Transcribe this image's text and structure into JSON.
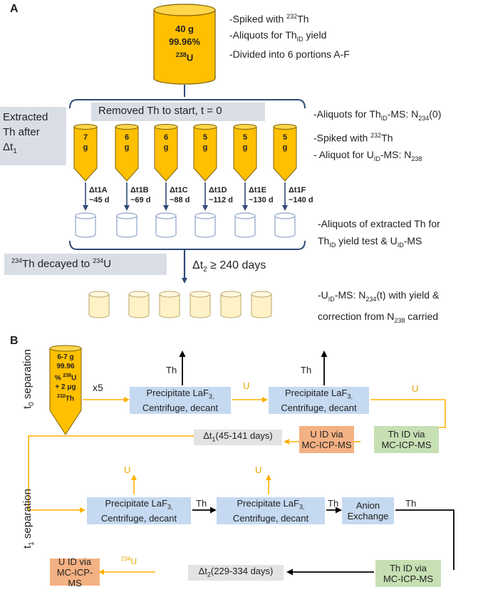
{
  "panel_a": {
    "label": "A",
    "stock": {
      "mass": "40 g",
      "purity": "99.96%",
      "isotope_sup": "238",
      "isotope": "U"
    },
    "stock_notes": {
      "n1_pre": "-Spiked with ",
      "n1_sup": "232",
      "n1_post": "Th",
      "n2_pre": "-Aliquots for Th",
      "n2_sub": "ID",
      "n2_post": " yield",
      "n3": "-Divided into 6 portions A-F"
    },
    "left_note": {
      "l1": "Extracted",
      "l2": "Th after",
      "l3_pre": "Δt",
      "l3_sub": "1"
    },
    "removed_label": "Removed Th to start, t = 0",
    "right_notes": {
      "n1_pre": "-Aliquots for Th",
      "n1_sub": "ID",
      "n1_mid": "-MS: N",
      "n1_sub2": "234",
      "n1_post": "(0)",
      "n2_pre": "-Spiked with ",
      "n2_sup": "232",
      "n2_post": "Th",
      "n3_pre": "- Aliquot for U",
      "n3_sub": "ID",
      "n3_mid": "-MS: N",
      "n3_sub2": "238"
    },
    "portions": [
      {
        "mass": "7",
        "unit": "g",
        "label": "Δt1A",
        "days": "~45 d"
      },
      {
        "mass": "6",
        "unit": "g",
        "label": "Δt1B",
        "days": "~69 d"
      },
      {
        "mass": "6",
        "unit": "g",
        "label": "Δt1C",
        "days": "~88 d"
      },
      {
        "mass": "5",
        "unit": "g",
        "label": "Δt1D",
        "days": "~112 d"
      },
      {
        "mass": "5",
        "unit": "g",
        "label": "Δt1E",
        "days": "~130 d"
      },
      {
        "mass": "5",
        "unit": "g",
        "label": "Δt1F",
        "days": "~140 d"
      }
    ],
    "aliquot_note": {
      "l1": "-Aliquots of extracted Th for",
      "l2_pre": "Th",
      "l2_sub": "ID",
      "l2_post": " yield test & U",
      "l2_sub2": "ID",
      "l2_end": "-MS"
    },
    "decay_label": {
      "sup1": "234",
      "mid": "Th decayed to ",
      "sup2": "234",
      "post": "U"
    },
    "dt2_label": {
      "pre": "Δt",
      "sub": "2",
      "post": " ≥ 240 days"
    },
    "final_note": {
      "l1_pre": "-U",
      "l1_sub": "ID",
      "l1_mid": "-MS: N",
      "l1_sub2": "234",
      "l1_post": "(t) with yield &",
      "l2_pre": "correction from N",
      "l2_sub": "238",
      "l2_post": " carried"
    }
  },
  "panel_b": {
    "label": "B",
    "t0_label": {
      "pre": "t",
      "sub": "0",
      "post": " separation"
    },
    "t1_label": {
      "pre": "t",
      "sub": "1",
      "post": " separation"
    },
    "tube": {
      "l1": "6-7 g",
      "l2": "99.96",
      "l3_pre": "% ",
      "l3_sup": "238",
      "l3_post": "U",
      "l4": "+ 2 μg",
      "l5_sup": "232",
      "l5_post": "Th"
    },
    "x5": "x5",
    "precip": {
      "l1_pre": "Precipitate LaF",
      "l1_sub": "3,",
      "l2": "Centrifuge, decant"
    },
    "th": "Th",
    "u": "U",
    "u234": {
      "sup": "234",
      "post": "U"
    },
    "dt1_box": {
      "pre": "Δt",
      "sub": "1",
      "post": "(45-141 days)"
    },
    "dt2_box": {
      "pre": "Δt",
      "sub": "2",
      "post": "(229-334 days)"
    },
    "u_id": {
      "l1": "U ID via",
      "l2": "MC-ICP-MS"
    },
    "th_id": {
      "l1": "Th ID via",
      "l2": "MC-ICP-MS"
    },
    "anion": {
      "l1": "Anion",
      "l2": "Exchange"
    }
  },
  "colors": {
    "gold": "#ffc000",
    "arrow_dark": "#1f3864",
    "blue_box": "#c5d9f1",
    "green_box": "#c6e0b4",
    "orange_box": "#f4b183",
    "gray_box": "#d9dde6"
  }
}
